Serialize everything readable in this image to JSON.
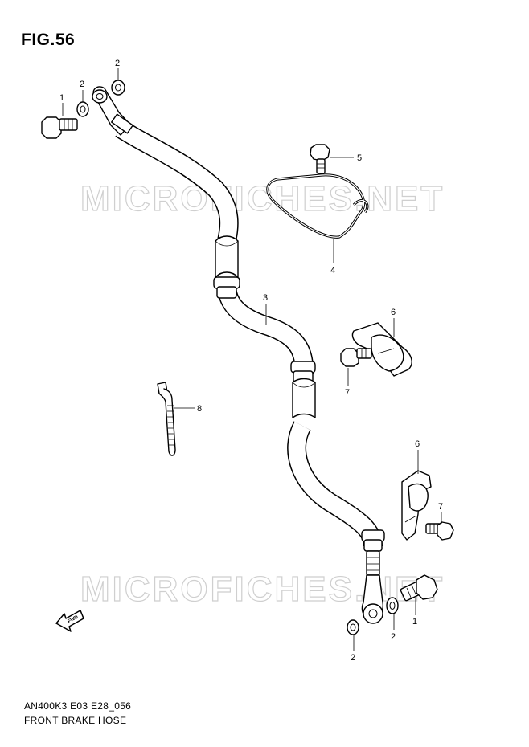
{
  "figure": {
    "title": "FIG.56"
  },
  "watermark": {
    "text": "MICROFICHES.NET"
  },
  "footer": {
    "model_code": "AN400K3 E03 E28_056",
    "section_name": "FRONT BRAKE  HOSE"
  },
  "direction_arrow": {
    "label": "FWD"
  },
  "callouts": {
    "c1a": "1",
    "c2a": "2",
    "c2b": "2",
    "c3": "3",
    "c4": "4",
    "c5": "5",
    "c6a": "6",
    "c7a": "7",
    "c8": "8",
    "c6b": "6",
    "c7b": "7",
    "c1b": "1",
    "c2c": "2",
    "c2d": "2"
  }
}
